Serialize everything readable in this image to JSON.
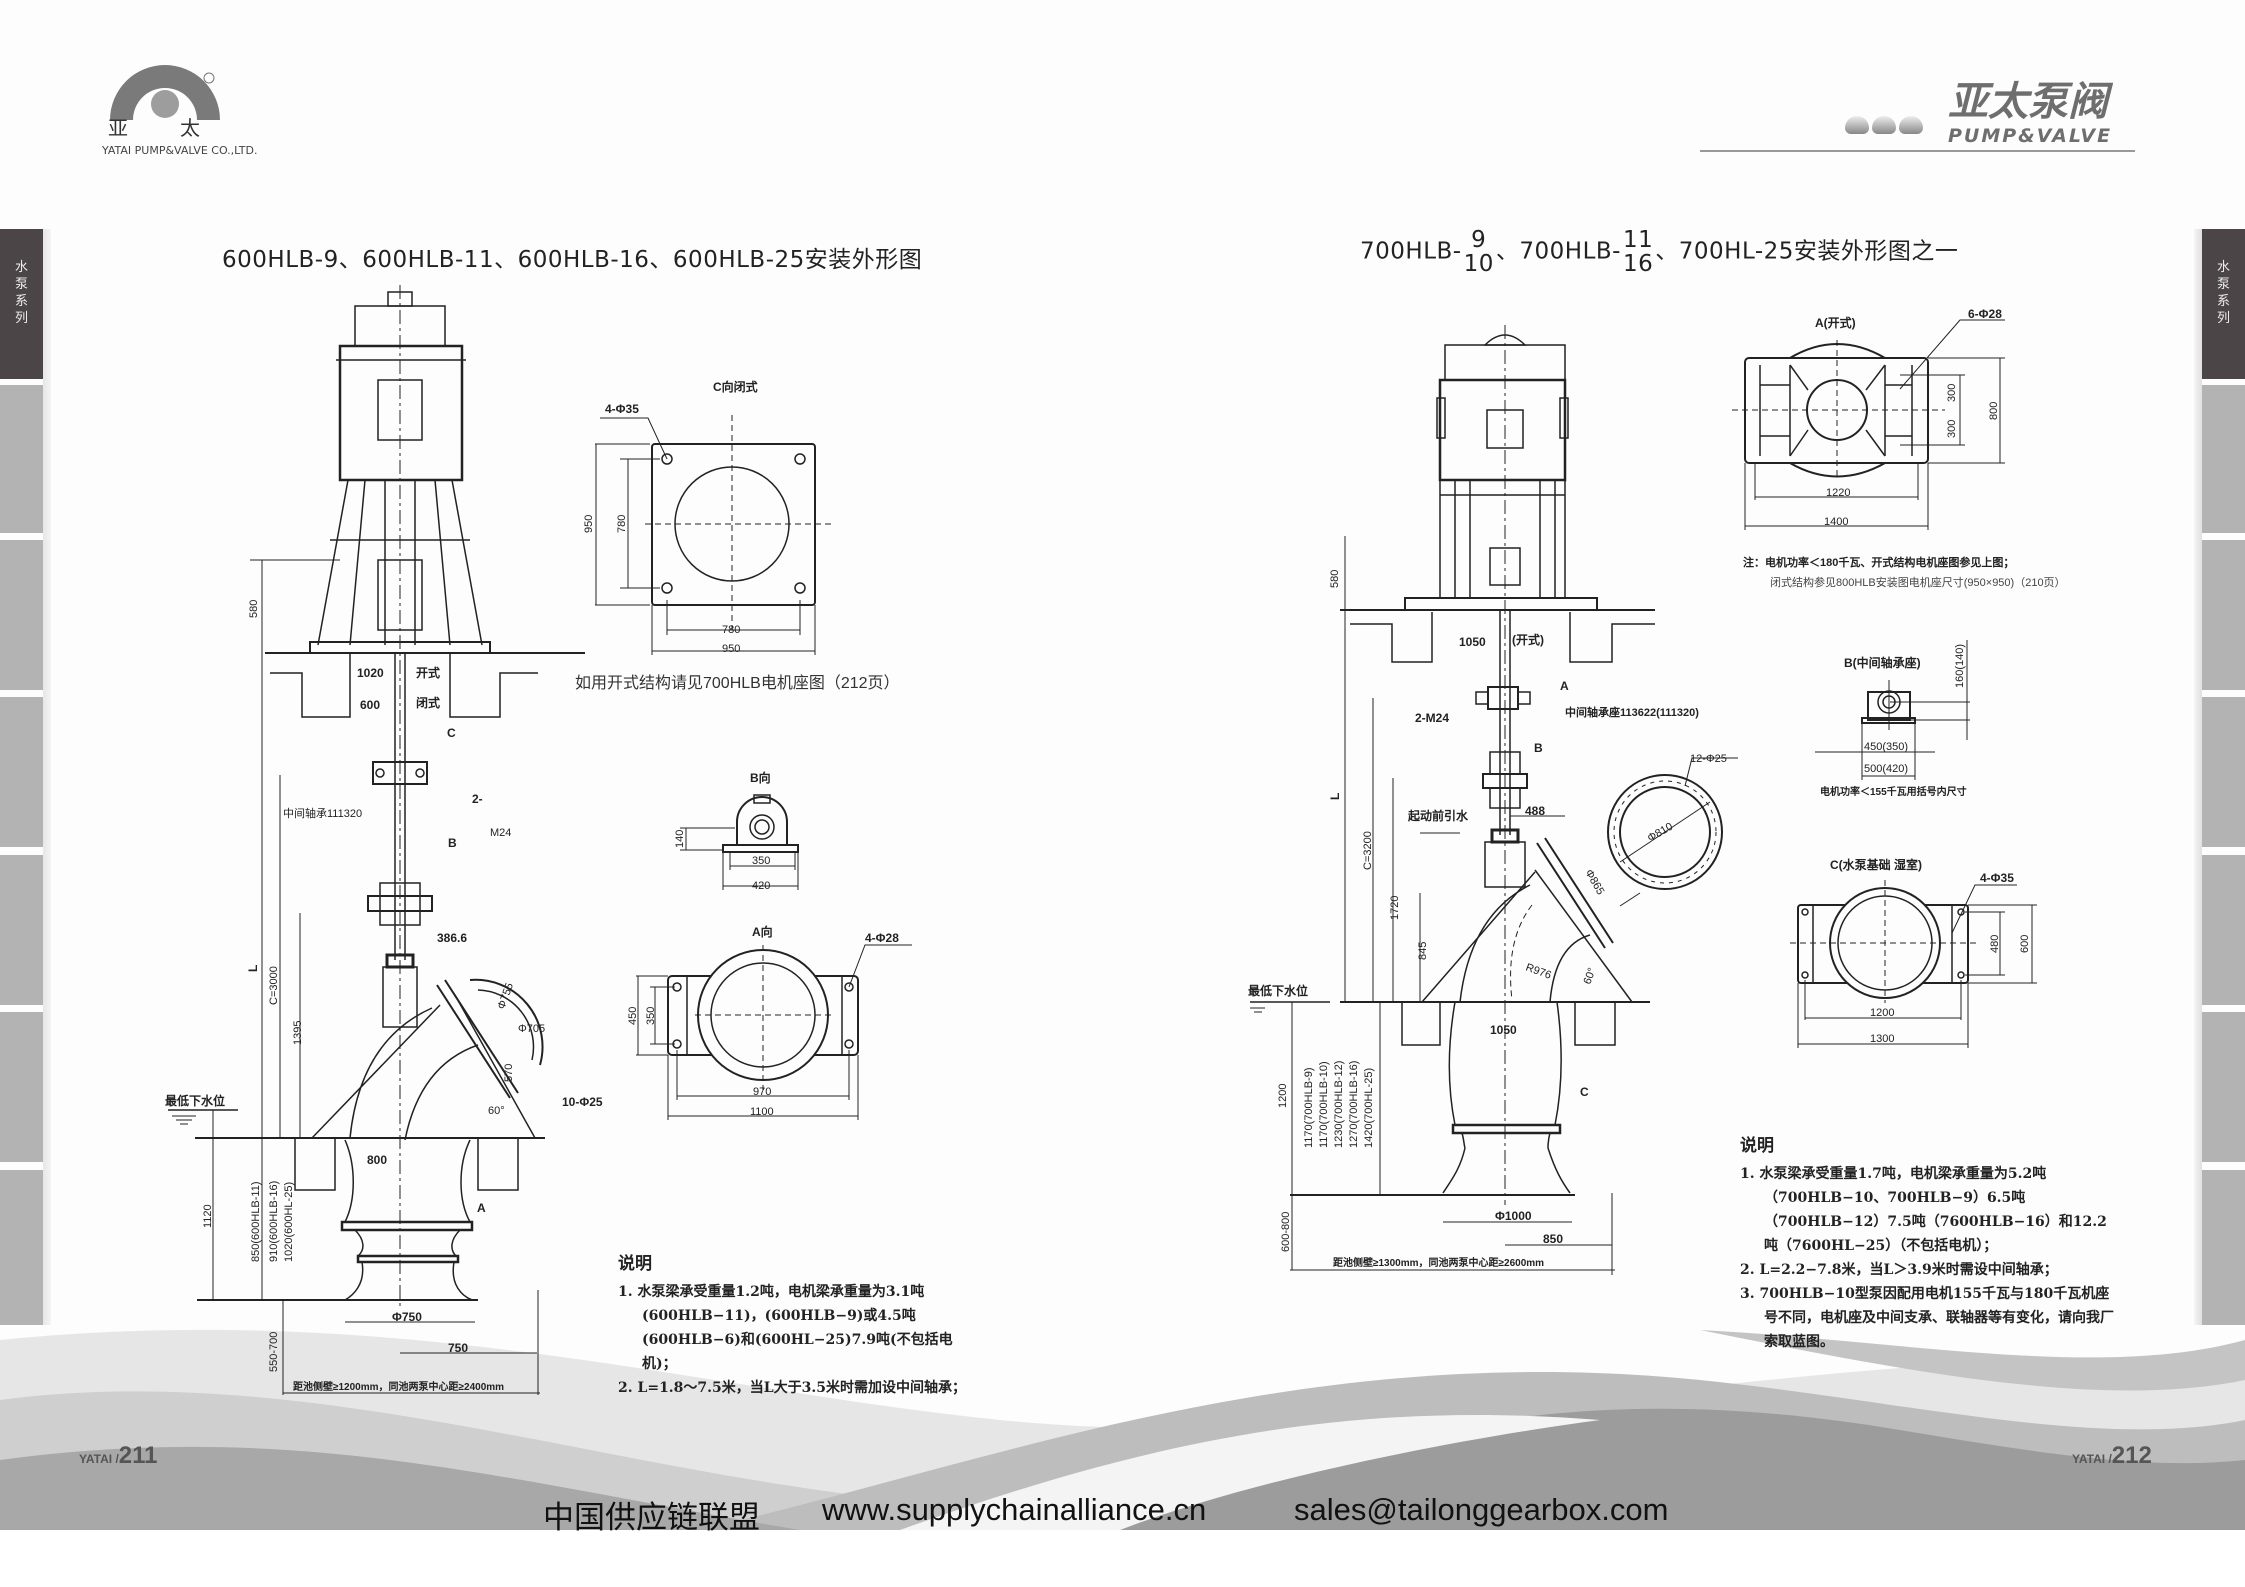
{
  "header": {
    "logo_cn_left": "亚",
    "logo_cn_right": "太",
    "logo_en": "YATAI PUMP&VALVE CO.,LTD.",
    "brand_cn": "亚太泵阀",
    "brand_en": "PUMP&VALVE"
  },
  "side_tab": {
    "label": "水泵系列"
  },
  "left": {
    "title": "600HLB-9、600HLB-11、600HLB-16、600HLB-25安装外形图",
    "labels": [
      "580",
      "1020",
      "开式",
      "600",
      "闭式",
      "C",
      "中间轴承111320",
      "2-",
      "M24",
      "B",
      "386.6",
      "L",
      "C=3000",
      "1395",
      "Φ755",
      "Φ705",
      "570",
      "10-Φ25",
      "60°",
      "最低下水位",
      "800",
      "A",
      "1120",
      "850(600HLB-11)",
      "910(600HLB-16)",
      "1020(600HL-25)",
      "Φ750",
      "750",
      "550-700",
      "距池侧壁≥1200mm，同池两泵中心距≥2400mm"
    ],
    "c_view": {
      "title": "C向闭式",
      "holes": "4-Φ35",
      "h_outer": "950",
      "h_inner": "780",
      "w_inner": "780",
      "w_outer": "950",
      "caption": "如用开式结构请见700HLB电机座图（212页）"
    },
    "b_view": {
      "title": "B向",
      "h": "140",
      "w_inner": "350",
      "w_outer": "420"
    },
    "a_view": {
      "title": "A向",
      "holes": "4-Φ28",
      "h_outer": "450",
      "h_inner": "350",
      "w_inner": "970",
      "w_outer": "1100"
    },
    "notes": {
      "heading": "说明",
      "items": [
        "1. 水泵梁承受重量1.2吨，电机梁承重量为3.1吨(600HLB−11)，(600HLB−9)或4.5吨(600HLB−6)和(600HL−25)7.9吨(不包括电机)；",
        "2. L=1.8～7.5米，当L大于3.5米时需加设中间轴承；"
      ]
    }
  },
  "right": {
    "title": {
      "p1": "700HLB-",
      "f1_top": "9",
      "f1_bot": "10",
      "p2": "、700HLB-",
      "f2_top": "11",
      "f2_bot": "16",
      "p3": "、700HL-25安装外形图之一"
    },
    "labels": [
      "580",
      "1050",
      "(开式)",
      "A",
      "2-M24",
      "中间轴承座113622(111320)",
      "B",
      "L",
      "C=3200",
      "起动前引水",
      "488",
      "12-Φ25",
      "Φ810",
      "Φ865",
      "1720",
      "845",
      "R976",
      "60°",
      "最低下水位",
      "1050",
      "C",
      "1200",
      "1170(700HLB-9)",
      "1170(700HLB-10)",
      "1230(700HLB-12)",
      "1270(700HLB-16)",
      "1420(700HL-25)",
      "Φ1000",
      "850",
      "600-800",
      "距池侧壁≥1300mm，同池两泵中心距≥2600mm"
    ],
    "a_open": {
      "title": "A(开式)",
      "holes": "6-Φ28",
      "h1": "300",
      "h2": "300",
      "h_outer": "800",
      "w_inner": "1220",
      "w_outer": "1400",
      "note1": "注：电机功率＜180千瓦、开式结构电机座图参见上图；",
      "note2": "闭式结构参见800HLB安装图电机座尺寸(950×950)（210页）"
    },
    "b_bearing": {
      "title": "B(中间轴承座)",
      "h": "160(140)",
      "w_inner": "450(350)",
      "w_outer": "500(420)",
      "note": "电机功率＜155千瓦用括号内尺寸"
    },
    "c_base": {
      "title": "C(水泵基础 湿室)",
      "holes": "4-Φ35",
      "h_inner": "480",
      "h_outer": "600",
      "w_inner": "1200",
      "w_outer": "1300"
    },
    "notes": {
      "heading": "说明",
      "items": [
        "1. 水泵梁承受重量1.7吨，电机梁承重量为5.2吨（700HLB−10、700HLB−9）6.5吨（700HLB−12）7.5吨（7600HLB−16）和12.2吨（7600HL−25）（不包括电机）；",
        "2. L=2.2−7.8米，当L＞3.9米时需设中间轴承；",
        "3. 700HLB−10型泵因配用电机155千瓦与180千瓦机座号不同，电机座及中间支承、联轴器等有变化，请向我厂索取蓝图。"
      ]
    }
  },
  "footer": {
    "brand": "YATAI /",
    "page_left": "211",
    "page_right": "212",
    "alliance": "中国供应链联盟",
    "url": "www.supplychainalliance.cn",
    "email": "sales@tailonggearbox.com"
  },
  "colors": {
    "tab_dark": "#4b4547",
    "tab_grey": "#b3b3b3",
    "wave_dark": "#9a9a9a",
    "wave_light": "#d6d6d6"
  }
}
